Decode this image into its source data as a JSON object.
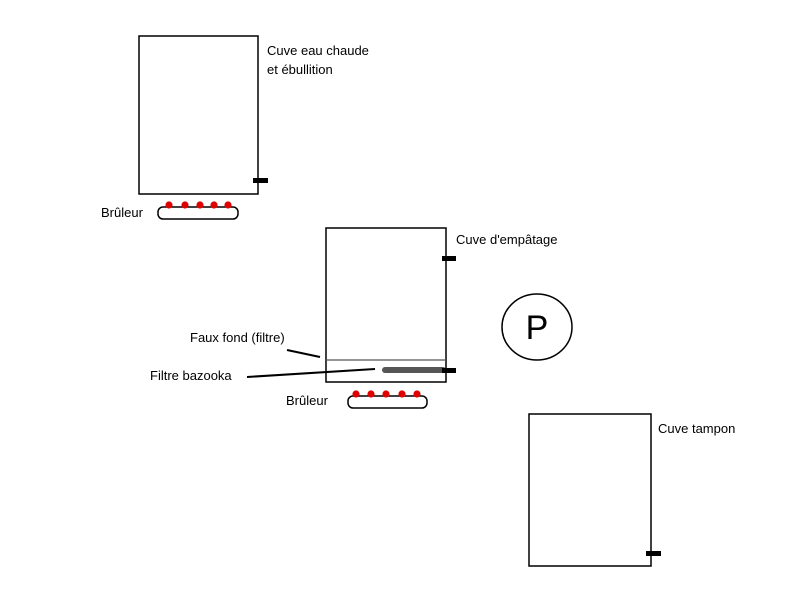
{
  "colors": {
    "line": "#000000",
    "flame": "#e00000",
    "bazooka": "#555555",
    "background": "#ffffff"
  },
  "labels": {
    "hot_water_tank_line1": "Cuve eau chaude",
    "hot_water_tank_line2": "et ébullition",
    "burner_top": "Brûleur",
    "mash_tank": "Cuve d'empâtage",
    "false_bottom": "Faux fond (filtre)",
    "bazooka_filter": "Filtre bazooka",
    "burner_middle": "Brûleur",
    "pump": "P",
    "buffer_tank": "Cuve tampon"
  }
}
